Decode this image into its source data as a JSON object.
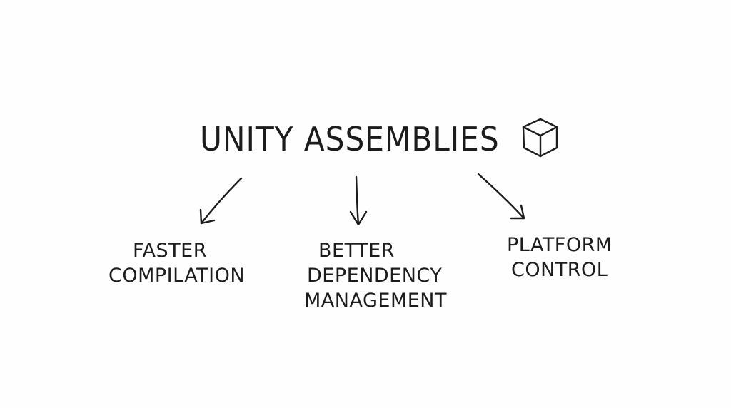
{
  "diagram": {
    "title": "UNITY ASSEMBLIES",
    "title_icon": "cube-icon",
    "ink_color": "#1c1c1c",
    "background_color": "#fefefe",
    "branches": [
      {
        "id": "faster",
        "lines": [
          "FASTER",
          "COMPILATION"
        ]
      },
      {
        "id": "better",
        "lines": [
          "BETTER",
          "DEPENDENCY",
          "MANAGEMENT"
        ]
      },
      {
        "id": "platform",
        "lines": [
          "PLATFORM",
          "CONTROL"
        ]
      }
    ]
  }
}
